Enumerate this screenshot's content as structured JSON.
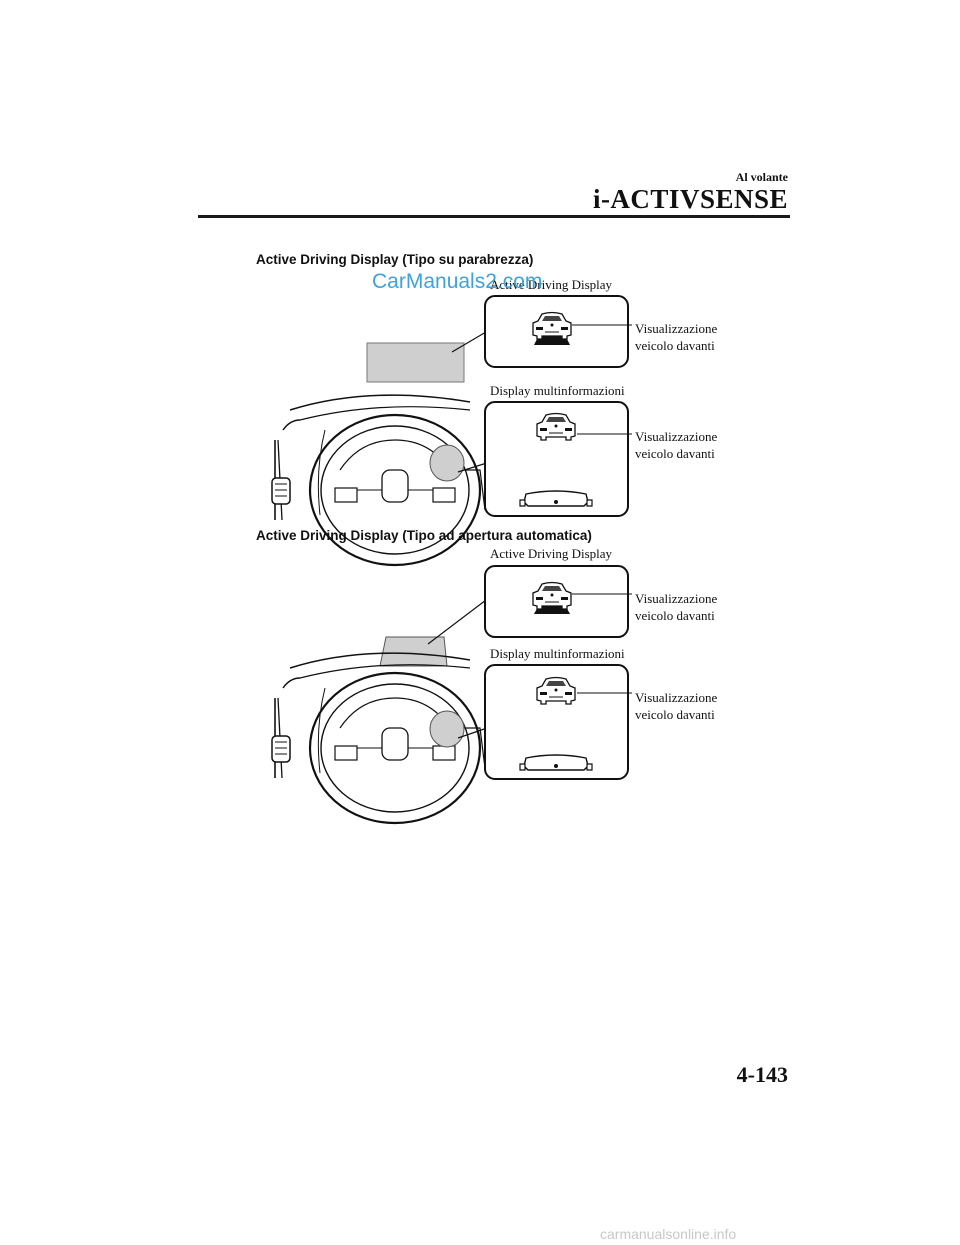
{
  "header": {
    "section": "Al volante",
    "title": "i-ACTIVSENSE"
  },
  "watermark": "CarManuals2.com",
  "figures": [
    {
      "heading": "Active Driving Display (Tipo su parabrezza)",
      "hud_label": "Active Driving Display",
      "hud_callout": [
        "Visualizzazione",
        "veicolo davanti"
      ],
      "cluster_label": "Display multinformazioni",
      "cluster_callout": [
        "Visualizzazione",
        "veicolo davanti"
      ]
    },
    {
      "heading": "Active Driving Display (Tipo ad apertura automatica)",
      "hud_label": "Active Driving Display",
      "hud_callout": [
        "Visualizzazione",
        "veicolo davanti"
      ],
      "cluster_label": "Display multinformazioni",
      "cluster_callout": [
        "Visualizzazione",
        "veicolo davanti"
      ]
    }
  ],
  "page_number": "4-143",
  "footer_text": "carmanualsonline.info"
}
